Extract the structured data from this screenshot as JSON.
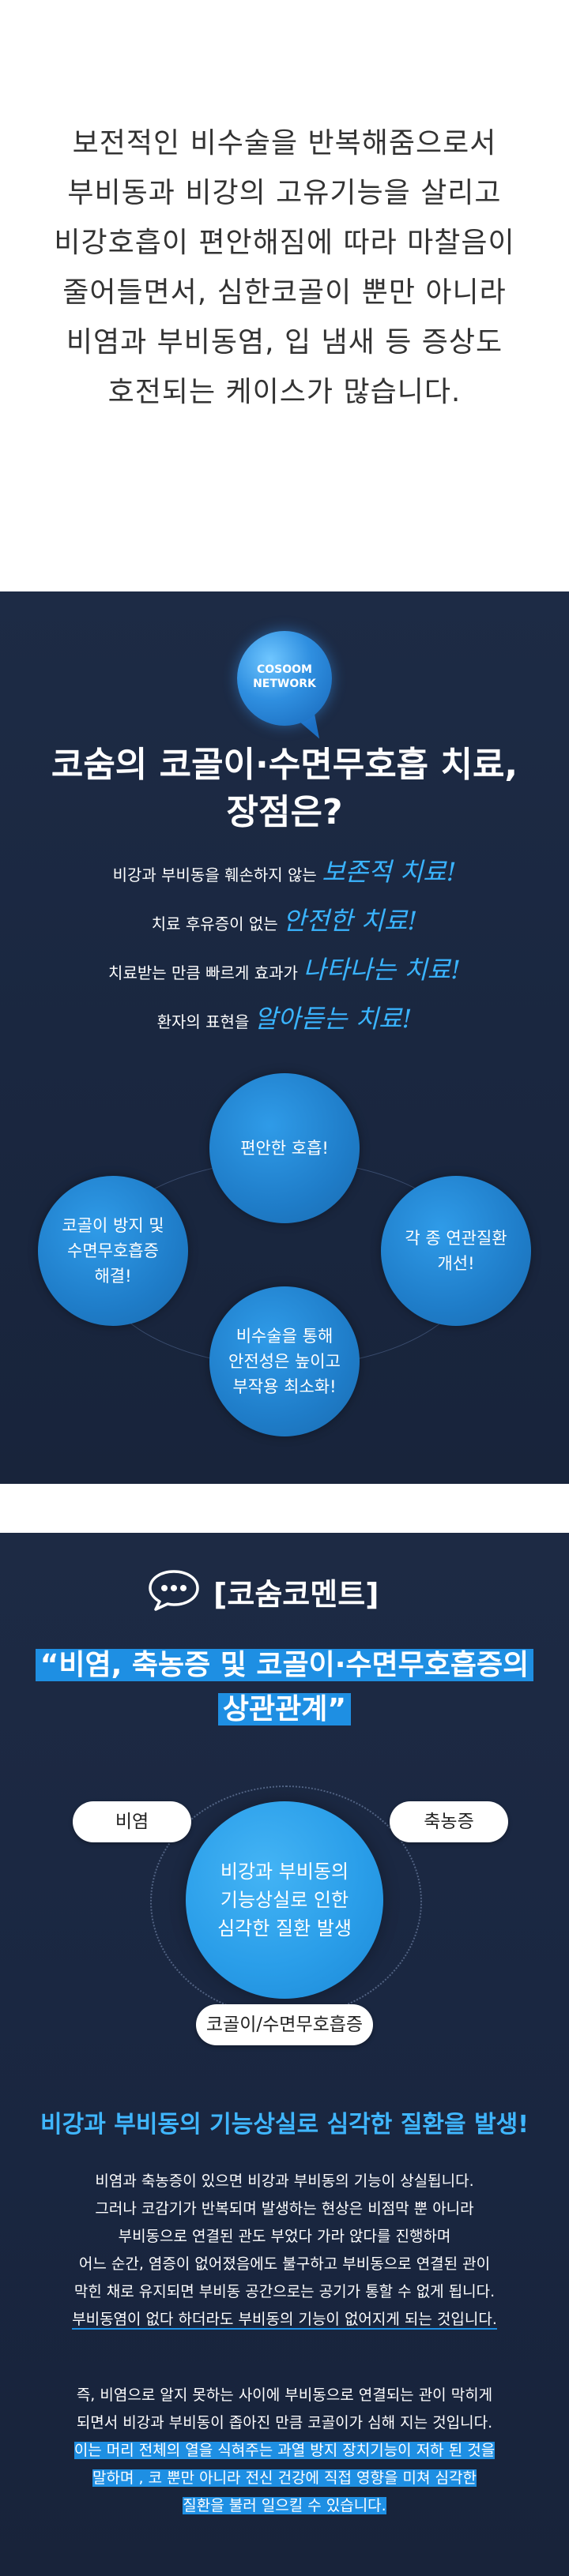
{
  "intro": {
    "lines": [
      "보전적인 비수술을 반복해줌으로서",
      "부비동과 비강의 고유기능을 살리고",
      "비강호흡이 편안해짐에 따라 마찰음이",
      "줄어들면서, 심한코골이 뿐만 아니라",
      "비염과 부비동염, 입 냄새 등 증상도",
      "호전되는 케이스가 많습니다."
    ]
  },
  "section1": {
    "logo_line1": "COSOOM",
    "logo_line2": "NETWORK",
    "title_line1": "코숨의 코골이·수면무호흡 치료,",
    "title_line2": "장점은?",
    "points": [
      {
        "pre": "비강과 부비동을 훼손하지 않는 ",
        "em": "보존적 치료!"
      },
      {
        "pre": "치료 후유증이 없는 ",
        "em": "안전한 치료!"
      },
      {
        "pre": "치료받는 만큼 빠르게 효과가 ",
        "em": "나타나는 치료!"
      },
      {
        "pre": "환자의 표현을 ",
        "em": "알아듣는 치료!"
      }
    ],
    "circles": {
      "top": "편안한 호흡!",
      "left": "코골이 방지 및\n수면무호흡증\n해결!",
      "right": "각 종 연관질환\n개선!",
      "bottom": "비수술을 통해\n안전성은 높이고\n부작용 최소화!"
    }
  },
  "section2": {
    "comment_title": "[코숨코멘트]",
    "banner_line1": "“비염, 축농증 및 코골이·수면무호흡증의",
    "banner_line2": "상관관계”",
    "center": "비강과 부비동의\n기능상실로 인한\n심각한 질환 발생",
    "pill_left": "비염",
    "pill_right": "축농증",
    "pill_bottom": "코골이/수면무호흡증",
    "subtitle": "비강과 부비동의 기능상실로 심각한 질환을 발생!",
    "para1": [
      "비염과 축농증이 있으면 비강과 부비동의 기능이 상실됩니다.",
      "그러나 코감기가 반복되며 발생하는 현상은 비점막 뿐 아니라",
      "부비동으로 연결된 관도 부었다 가라 앉다를 진행하며",
      "어느 순간, 염증이 없어졌음에도 불구하고 부비동으로 연결된 관이",
      "막힌 채로 유지되면 부비동 공간으로는 공기가 통할 수 없게 됩니다.",
      "부비동염이 없다 하더라도 부비동의 기능이 없어지게 되는 것입니다."
    ],
    "para2": [
      "즉, 비염으로 알지 못하는 사이에 부비동으로 연결되는 관이 막히게",
      "되면서 비강과 부비동이 좁아진 만큼 코골이가 심해 지는 것입니다.",
      "이는 머리 전체의 열을 식혀주는 과열 방지 장치기능이 저하 된 것을",
      "말하며 , 코 뿐만 아니라 전신 건강에 직접 영향을 미쳐 심각한",
      "질환을 불러 일으킬 수 있습니다."
    ]
  },
  "colors": {
    "navy": "#1b2842",
    "accent_blue": "#3ab4ff",
    "circle_blue": "#1f7dc9",
    "highlight": "#1e8fe3"
  }
}
